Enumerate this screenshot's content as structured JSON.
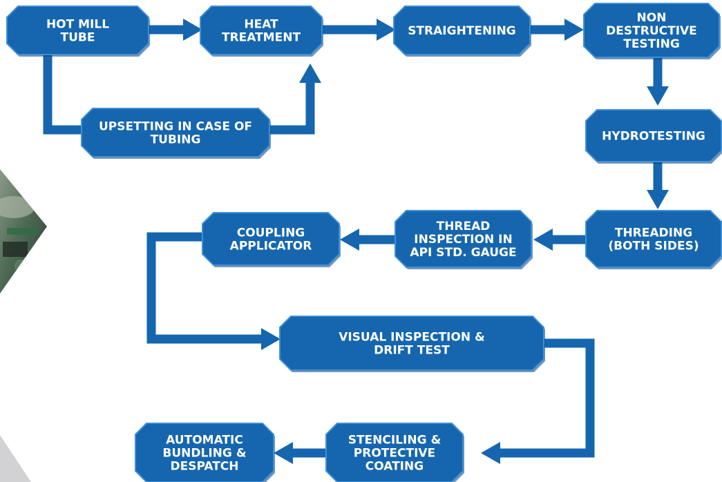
{
  "colors": {
    "box_fill": "#1566ae",
    "box_edge": "#3f90d8",
    "box_shadow": "#0b3f73",
    "connector": "#1566ae",
    "text": "#ffffff"
  },
  "decorative_photo": "machinery photo cropped into a diamond shape (left edge)",
  "steps": {
    "hot_mill_tube": [
      "HOT MILL",
      "TUBE"
    ],
    "heat_treatment": [
      "HEAT",
      "TREATMENT"
    ],
    "straightening": [
      "STRAIGHTENING"
    ],
    "non_destructive_testing": [
      "NON",
      "DESTRUCTIVE",
      "TESTING"
    ],
    "upsetting": [
      "UPSETTING IN CASE OF",
      "TUBING"
    ],
    "hydrotesting": [
      "HYDROTESTING"
    ],
    "threading": [
      "THREADING",
      "(BOTH SIDES)"
    ],
    "thread_inspection": [
      "THREAD",
      "INSPECTION IN",
      "API STD. GAUGE"
    ],
    "coupling_applicator": [
      "COUPLING",
      "APPLICATOR"
    ],
    "visual_inspection": [
      "VISUAL INSPECTION &",
      "DRIFT TEST"
    ],
    "stenciling": [
      "STENCILING &",
      "PROTECTIVE",
      "COATING"
    ],
    "automatic_bundling": [
      "AUTOMATIC",
      "BUNDLING &",
      "DESPATCH"
    ]
  },
  "connections": [
    [
      "hot_mill_tube",
      "heat_treatment"
    ],
    [
      "hot_mill_tube",
      "upsetting"
    ],
    [
      "upsetting",
      "heat_treatment"
    ],
    [
      "heat_treatment",
      "straightening"
    ],
    [
      "straightening",
      "non_destructive_testing"
    ],
    [
      "non_destructive_testing",
      "hydrotesting"
    ],
    [
      "hydrotesting",
      "threading"
    ],
    [
      "threading",
      "thread_inspection"
    ],
    [
      "thread_inspection",
      "coupling_applicator"
    ],
    [
      "coupling_applicator",
      "visual_inspection"
    ],
    [
      "visual_inspection",
      "stenciling"
    ],
    [
      "stenciling",
      "automatic_bundling"
    ]
  ]
}
